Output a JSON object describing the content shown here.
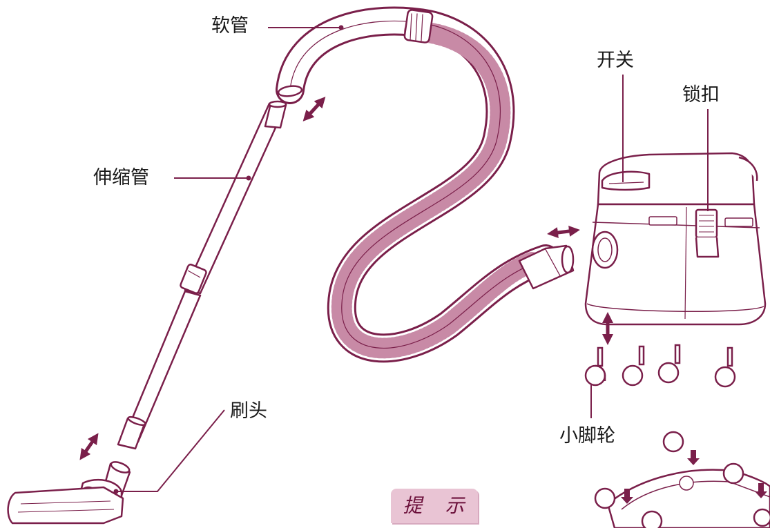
{
  "labels": {
    "hose": "软管",
    "telescopic_tube": "伸缩管",
    "brush_head": "刷头",
    "switch": "开关",
    "lock": "锁扣",
    "caster": "小脚轮"
  },
  "tip": {
    "text": "提 示"
  },
  "colors": {
    "line": "#7a1f4a",
    "badge": "#e9c4d4",
    "badge_text": "#6b0f3a"
  },
  "icons": [
    "double-arrow-icon",
    "down-arrow-icon"
  ]
}
